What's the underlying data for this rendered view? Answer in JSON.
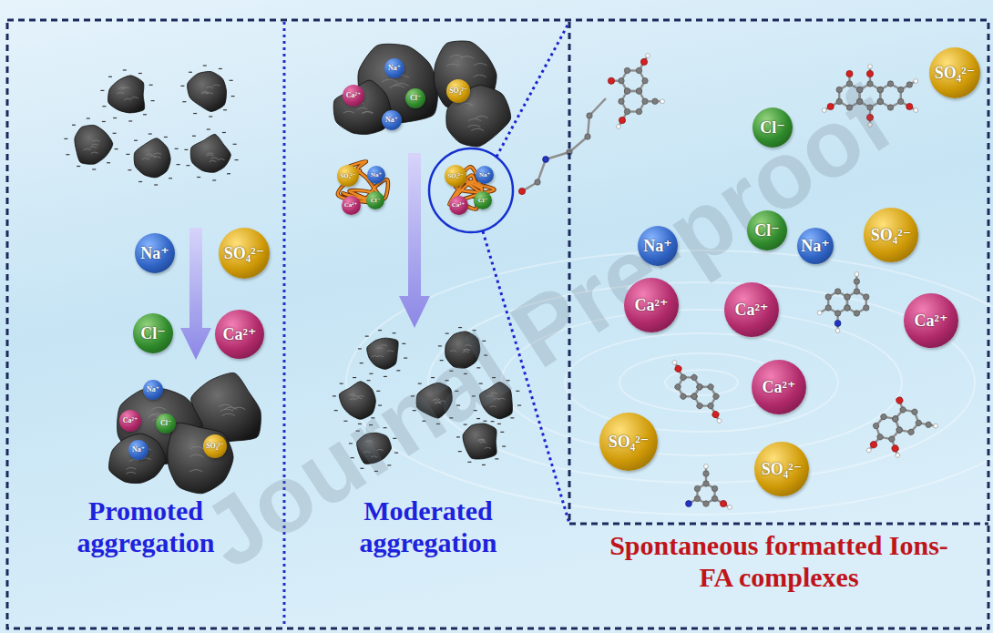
{
  "diagram": {
    "nodes": [
      {
        "text": [
          "Promoted aggregation"
        ]
      },
      {
        "text": [
          "Na⁺"
        ],
        "in": 0
      },
      {
        "text": [
          "SO₄²⁻"
        ],
        "in": 0
      },
      {
        "text": [
          "Cl⁻"
        ],
        "in": 0
      },
      {
        "text": [
          "Ca²⁺"
        ],
        "in": 0
      },
      {
        "text": [
          "Na⁺"
        ],
        "in": 0
      },
      {
        "text": [
          "Ca²⁺"
        ],
        "in": 0
      },
      {
        "text": [
          "Cl⁻"
        ],
        "in": 0
      },
      {
        "text": [
          "Na⁺"
        ],
        "in": 0
      },
      {
        "text": [
          "SO₄²⁻"
        ],
        "in": 0
      },
      {
        "text": [
          "Moderated aggregation"
        ]
      },
      {
        "text": [
          "Na⁺"
        ],
        "in": 10
      },
      {
        "text": [
          "Ca²⁺"
        ],
        "in": 10
      },
      {
        "text": [
          "Cl⁻"
        ],
        "in": 10
      },
      {
        "text": [
          "SO₄²⁻"
        ],
        "in": 10
      },
      {
        "text": [
          "Na⁺"
        ],
        "in": 10
      },
      {
        "text": [
          "SO₄²⁻"
        ],
        "in": 10
      },
      {
        "text": [
          "Na⁺"
        ],
        "in": 10
      },
      {
        "text": [
          "Ca²⁺"
        ],
        "in": 10
      },
      {
        "text": [
          "Cl⁻"
        ],
        "in": 10
      },
      {
        "text": [
          "SO₄²⁻"
        ],
        "in": 10
      },
      {
        "text": [
          "Na⁺"
        ],
        "in": 10
      },
      {
        "text": [
          "Ca²⁺"
        ],
        "in": 10
      },
      {
        "text": [
          "Cl⁻"
        ],
        "in": 10
      },
      {
        "text": [
          "Spontaneous formatted Ions-FA complexes"
        ]
      },
      {
        "text": [
          "Cl⁻"
        ],
        "in": 24
      },
      {
        "text": [
          "SO₄²⁻"
        ],
        "in": 24
      },
      {
        "text": [
          "Na⁺"
        ],
        "in": 24
      },
      {
        "text": [
          "Cl⁻"
        ],
        "in": 24
      },
      {
        "text": [
          "Na⁺"
        ],
        "in": 24
      },
      {
        "text": [
          "SO₄²⁻"
        ],
        "in": 24
      },
      {
        "text": [
          "Ca²⁺"
        ],
        "in": 24
      },
      {
        "text": [
          "Ca²⁺"
        ],
        "in": 24
      },
      {
        "text": [
          "Ca²⁺"
        ],
        "in": 24
      },
      {
        "text": [
          "Ca²⁺"
        ],
        "in": 24
      },
      {
        "text": [
          "SO₄²⁻"
        ],
        "in": 24
      },
      {
        "text": [
          "SO₄²⁻"
        ],
        "in": 24
      }
    ],
    "labels": [
      "Journal Pre-proof"
    ]
  }
}
